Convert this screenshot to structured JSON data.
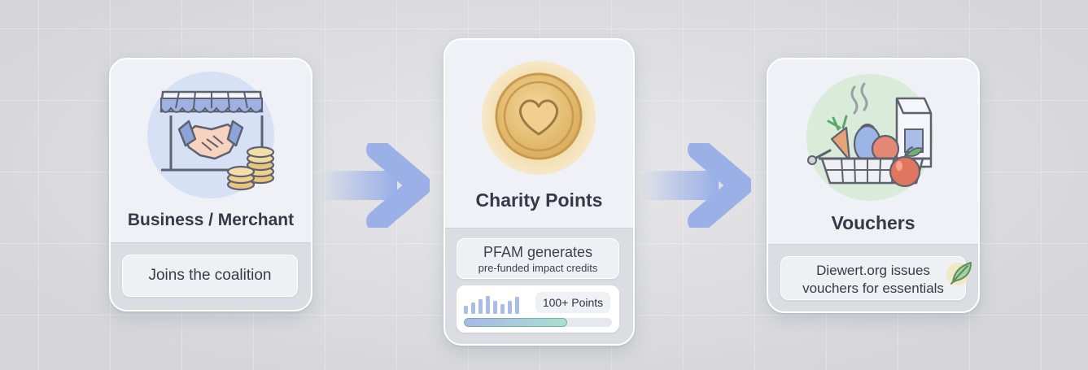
{
  "steps": [
    {
      "title": "Business / Merchant",
      "caption": "Joins the coalition"
    },
    {
      "title": "Charity Points",
      "caption_line1": "PFAM generates",
      "caption_line2": "pre-funded impact credits",
      "points_label": "100+ Points",
      "progress_fraction": 0.7
    },
    {
      "title": "Vouchers",
      "caption_line1": "Diewert.org issues",
      "caption_line2": "vouchers for essentials"
    }
  ],
  "icons": {
    "step1": "storefront-handshake-coins-icon",
    "step2": "heart-coin-icon",
    "step3": "grocery-basket-icon",
    "arrow": "right-arrow-icon",
    "leaf": "leaf-icon"
  },
  "colors": {
    "accent_blue": "#9eb2e4",
    "coin_gold": "#e8c37f",
    "progress_start": "#a7b8ea",
    "progress_end": "#a9dfcf"
  }
}
